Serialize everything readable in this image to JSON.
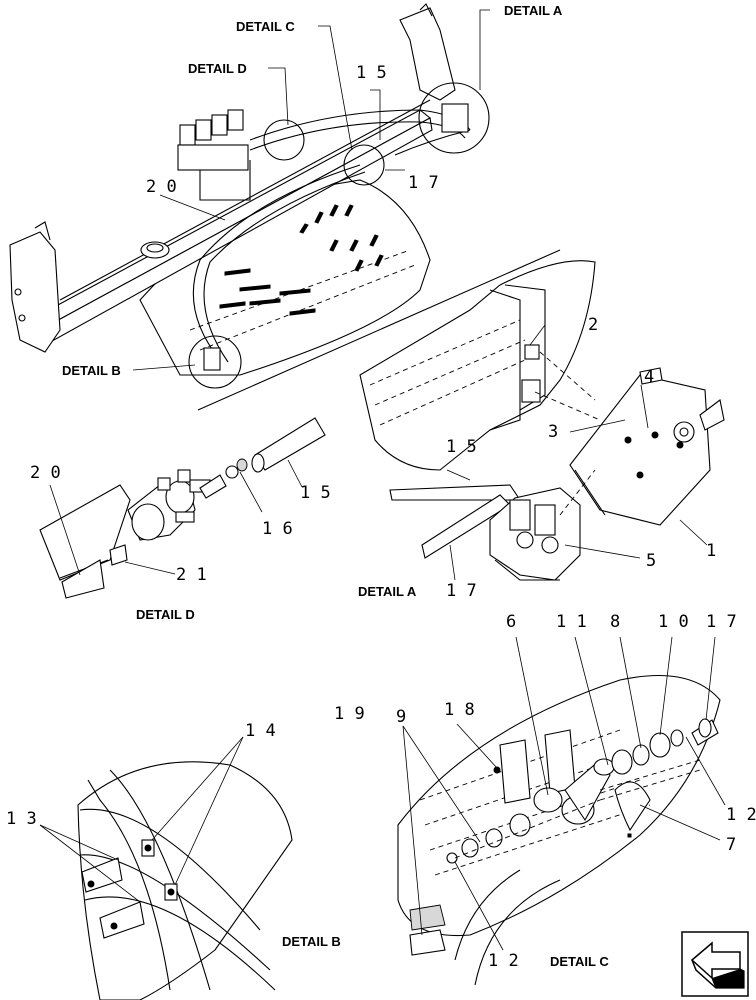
{
  "labels": {
    "detail_a_top": "DETAIL A",
    "detail_b_top": "DETAIL B",
    "detail_c_top": "DETAIL C",
    "detail_d_top": "DETAIL D",
    "detail_a_caption": "DETAIL A",
    "detail_b_caption": "DETAIL B",
    "detail_c_caption": "DETAIL C",
    "detail_d_caption": "DETAIL D"
  },
  "callouts": {
    "c1": "1",
    "c2": "2",
    "c3": "3",
    "c4": "4",
    "c5": "5",
    "c6": "6",
    "c7": "7",
    "c8": "8",
    "c9": "9",
    "c10": "1 0",
    "c11": "1 1",
    "c12a": "1 2",
    "c12b": "1 2",
    "c13": "1 3",
    "c14": "1 4",
    "c15a": "1 5",
    "c15b": "1 5",
    "c15c": "1 5",
    "c16": "1 6",
    "c17a": "1 7",
    "c17b": "1 7",
    "c17c": "1 7",
    "c18": "1 8",
    "c19": "1 9",
    "c20a": "2 0",
    "c20b": "2 0",
    "c21": "2 1"
  },
  "icons": {
    "navigation": "next-page-arrow-icon"
  }
}
